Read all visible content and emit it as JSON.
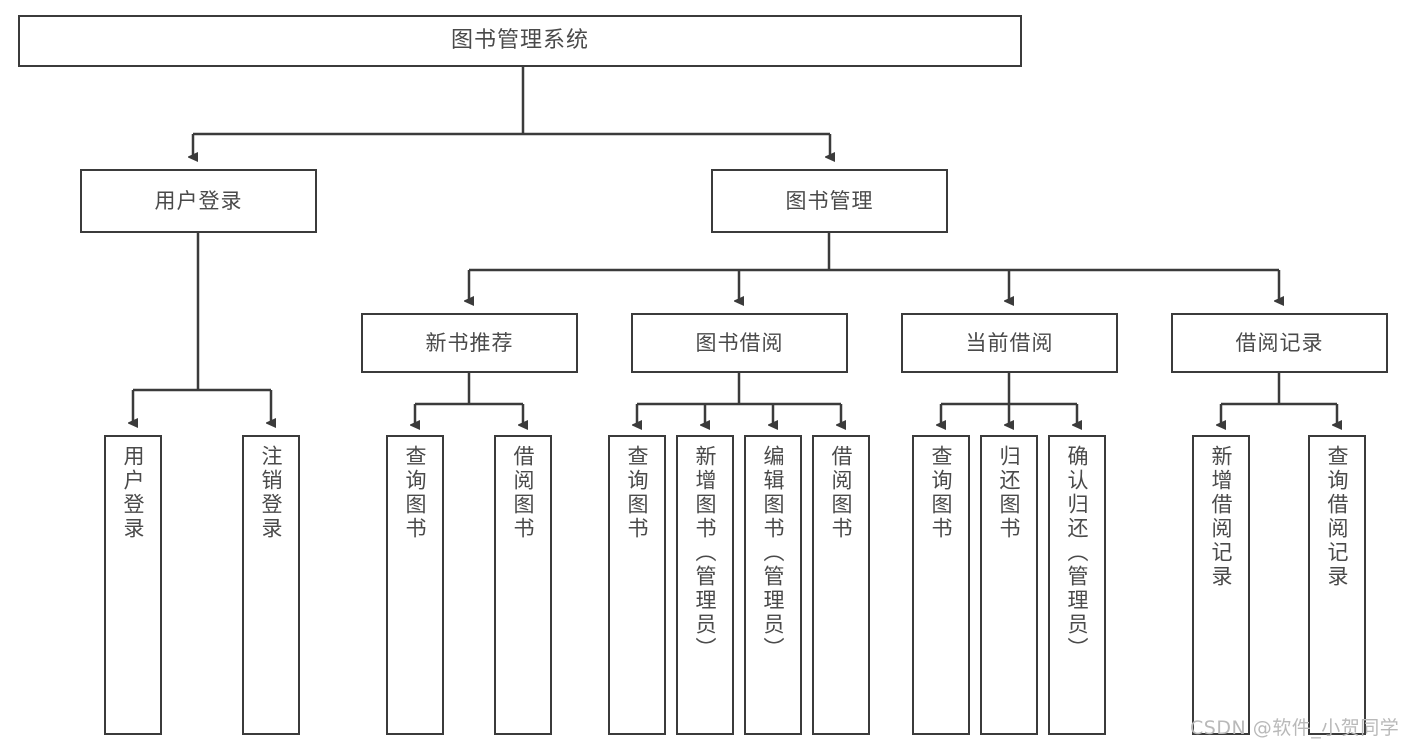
{
  "diagram": {
    "type": "hierarchy-tree",
    "title": "图书管理系统",
    "root": {
      "label": "图书管理系统"
    },
    "level2": [
      {
        "label": "用户登录"
      },
      {
        "label": "图书管理"
      }
    ],
    "level3": [
      {
        "label": "新书推荐"
      },
      {
        "label": "图书借阅"
      },
      {
        "label": "当前借阅"
      },
      {
        "label": "借阅记录"
      }
    ],
    "leaves": {
      "user_login": [
        {
          "label": "用户登录"
        },
        {
          "label": "注销登录"
        }
      ],
      "new_book_recommend": [
        {
          "label": "查询图书"
        },
        {
          "label": "借阅图书"
        }
      ],
      "book_borrow": [
        {
          "label": "查询图书"
        },
        {
          "label": "新增图书（管理员）"
        },
        {
          "label": "编辑图书（管理员）"
        },
        {
          "label": "借阅图书"
        }
      ],
      "current_borrow": [
        {
          "label": "查询图书"
        },
        {
          "label": "归还图书"
        },
        {
          "label": "确认归还（管理员）"
        }
      ],
      "borrow_record": [
        {
          "label": "新增借阅记录"
        },
        {
          "label": "查询借阅记录"
        }
      ]
    }
  },
  "watermark": {
    "text": "CSDN @软件_小贺同学"
  },
  "colors": {
    "box_border": "#3b3b3b",
    "box_fill": "#ffffff",
    "text": "#4a4a4a",
    "connector": "#3b3b3b",
    "watermark": "#b9b9b9"
  }
}
